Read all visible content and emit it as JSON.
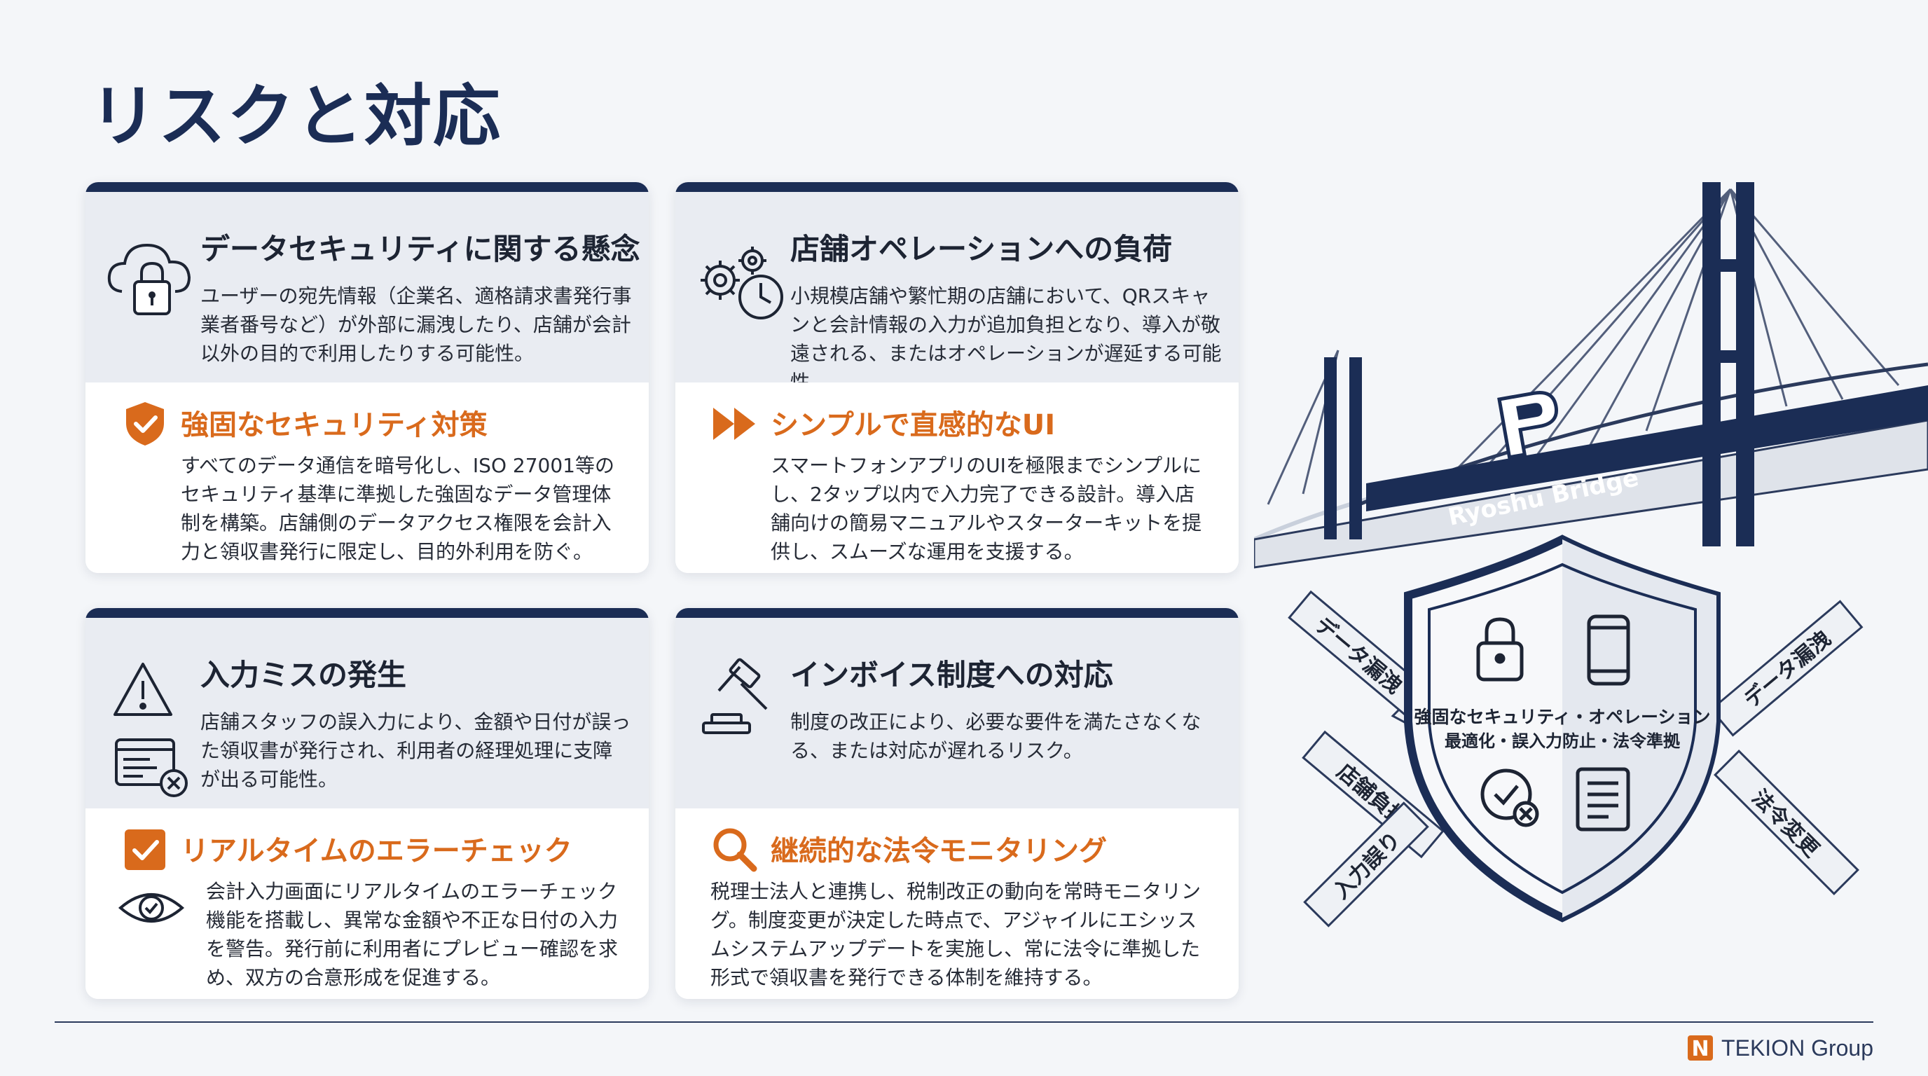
{
  "page": {
    "title": "リスクと対応"
  },
  "cards": [
    {
      "risk_icon": "cloud-lock-icon",
      "risk_title": "データセキュリティに関する懸念",
      "risk_text": "ユーザーの宛先情報（企業名、適格請求書発行事業者番号など）が外部に漏洩したり、店舗が会計以外の目的で利用したりする可能性。",
      "sol_icon": "shield-check-icon",
      "sol_title": "強固なセキュリティ対策",
      "sol_text": "すべてのデータ通信を暗号化し、ISO 27001等のセキュリティ基準に準拠した強固なデータ管理体制を構築。店舗側のデータアクセス権限を会計入力と領収書発行に限定し、目的外利用を防ぐ。"
    },
    {
      "risk_icon": "gears-clock-icon",
      "risk_title": "店舗オペレーションへの負荷",
      "risk_text": "小規模店舗や繁忙期の店舗において、QRスキャンと会計情報の入力が追加負担となり、導入が敬遠される、またはオペレーションが遅延する可能性。",
      "sol_icon": "fast-forward-icon",
      "sol_title": "シンプルで直感的なUI",
      "sol_text": "スマートフォンアプリのUIを極限までシンプルにし、2タップ以内で入力完了できる設計。導入店舗向けの簡易マニュアルやスターターキットを提供し、スムーズな運用を支援する。"
    },
    {
      "risk_icon": "warning-form-icon",
      "risk_title": "入力ミスの発生",
      "risk_text": "店舗スタッフの誤入力により、金額や日付が誤った領収書が発行され、利用者の経理処理に支障が出る可能性。",
      "sol_icon": "checkbox-icon",
      "sol_title": "リアルタイムのエラーチェック",
      "sol_text": "会計入力画面にリアルタイムのエラーチェック機能を搭載し、異常な金額や不正な日付の入力を警告。発行前に利用者にプレビュー確認を求め、双方の合意形成を促進する。"
    },
    {
      "risk_icon": "gavel-icon",
      "risk_title": "インボイス制度への対応",
      "risk_text": "制度の改正により、必要な要件を満たさなくなる、または対応が遅れるリスク。",
      "sol_icon": "magnifier-icon",
      "sol_title": "継続的な法令モニタリング",
      "sol_text": "税理士法人と連携し、税制改正の動向を常時モニタリング。制度変更が決定した時点で、アジャイルにエシッスムシステムアップデートを実施し、常に法令に準拠した形式で領収書を発行できる体制を維持する。"
    }
  ],
  "illustration": {
    "bridge_label": "Ryoshu Bridge",
    "shield_line1": "強固なセキュリティ・オペレーション",
    "shield_line2": "最適化・誤入力防止・法令準拠",
    "arrows": {
      "top_left": "データ漏洩",
      "mid_left": "店舗負担",
      "bottom_left": "入力誤り",
      "top_right": "データ漏洩",
      "bottom_right": "法令変更"
    }
  },
  "footer": {
    "brand": "TEKION Group",
    "brand_mark": "N"
  },
  "colors": {
    "navy": "#1b2d55",
    "orange": "#d96a1c",
    "risk_bg": "#e9ecf2"
  }
}
